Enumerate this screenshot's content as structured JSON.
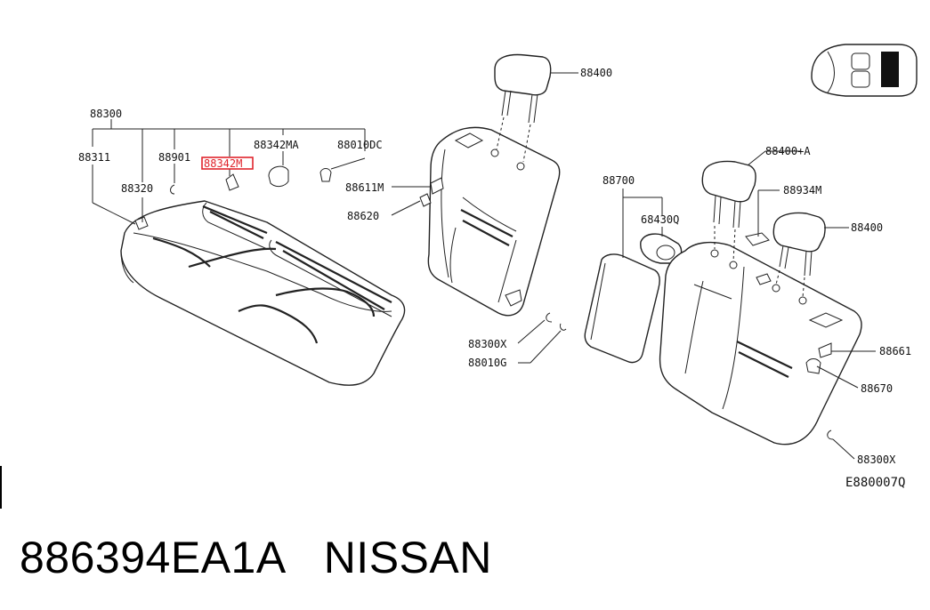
{
  "labels": {
    "l88300": "88300",
    "l88311": "88311",
    "l88901": "88901",
    "l88342M": "88342M",
    "l88342MA": "88342MA",
    "l88010DC": "88010DC",
    "l88320": "88320",
    "l88400_top": "88400",
    "l88611M": "88611M",
    "l88620": "88620",
    "l88300X_mid": "88300X",
    "l88010G": "88010G",
    "l88700": "88700",
    "l68430Q": "68430Q",
    "l88400A": "88400+A",
    "l88934M": "88934M",
    "l88400_right": "88400",
    "l88661": "88661",
    "l88670": "88670",
    "l88300X_right": "88300X",
    "l_code": "E880007Q"
  },
  "highlight": {
    "label": "l88342M",
    "color": "#e0242c"
  },
  "footer": {
    "part_number": "886394EA1A",
    "brand": "NISSAN"
  }
}
